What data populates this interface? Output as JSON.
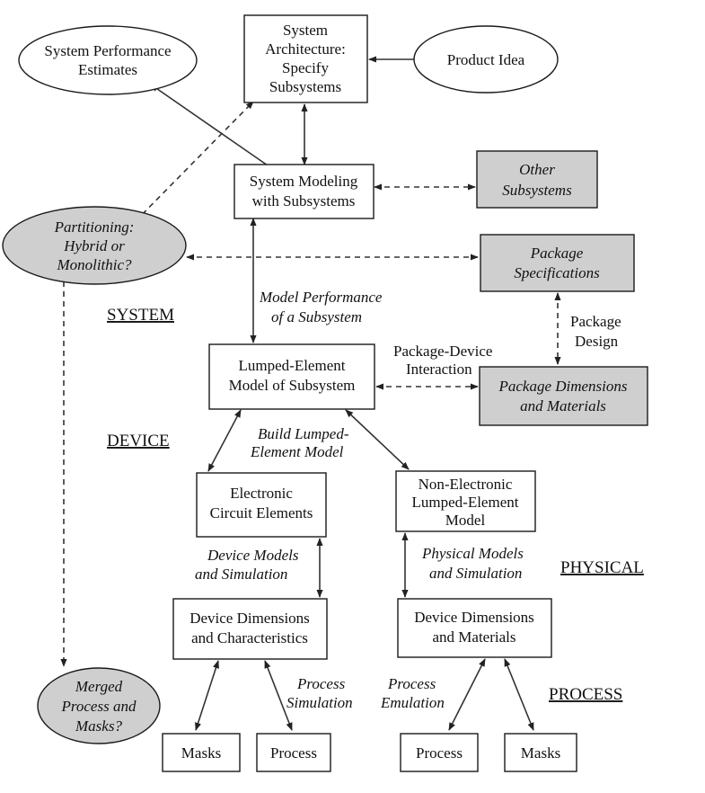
{
  "nodes": {
    "system_architecture": [
      "System",
      "Architecture:",
      "Specify",
      "Subsystems"
    ],
    "system_performance_estimates": [
      "System Performance",
      "Estimates"
    ],
    "product_idea": [
      "Product Idea"
    ],
    "system_modeling": [
      "System Modeling",
      "with Subsystems"
    ],
    "other_subsystems": [
      "Other",
      "Subsystems"
    ],
    "partitioning": [
      "Partitioning:",
      "Hybrid or",
      "Monolithic?"
    ],
    "package_specifications": [
      "Package",
      "Specifications"
    ],
    "lumped_element_model": [
      "Lumped-Element",
      "Model of Subsystem"
    ],
    "package_dimensions": [
      "Package Dimensions",
      "and Materials"
    ],
    "electronic_circuit": [
      "Electronic",
      "Circuit Elements"
    ],
    "non_electronic": [
      "Non-Electronic",
      "Lumped-Element",
      "Model"
    ],
    "device_dim_char": [
      "Device Dimensions",
      "and Characteristics"
    ],
    "device_dim_mat": [
      "Device Dimensions",
      "and Materials"
    ],
    "merged_process": [
      "Merged",
      "Process and",
      "Masks?"
    ],
    "masks_left": [
      "Masks"
    ],
    "process_left": [
      "Process"
    ],
    "process_right": [
      "Process"
    ],
    "masks_right": [
      "Masks"
    ]
  },
  "labels": {
    "model_performance": [
      "Model Performance",
      "of a Subsystem"
    ],
    "package_design": [
      "Package",
      "Design"
    ],
    "package_device": [
      "Package-Device",
      "Interaction"
    ],
    "build_lumped": [
      "Build Lumped-",
      "Element Model"
    ],
    "device_models": [
      "Device Models",
      "and Simulation"
    ],
    "physical_models": [
      "Physical Models",
      "and Simulation"
    ],
    "process_simulation": [
      "Process",
      "Simulation"
    ],
    "process_emulation": [
      "Process",
      "Emulation"
    ]
  },
  "levels": {
    "system": "SYSTEM",
    "device": "DEVICE",
    "physical": "PHYSICAL",
    "process": "PROCESS"
  },
  "colors": {
    "shaded_fill": "#cfcfcf",
    "line": "#333333"
  }
}
